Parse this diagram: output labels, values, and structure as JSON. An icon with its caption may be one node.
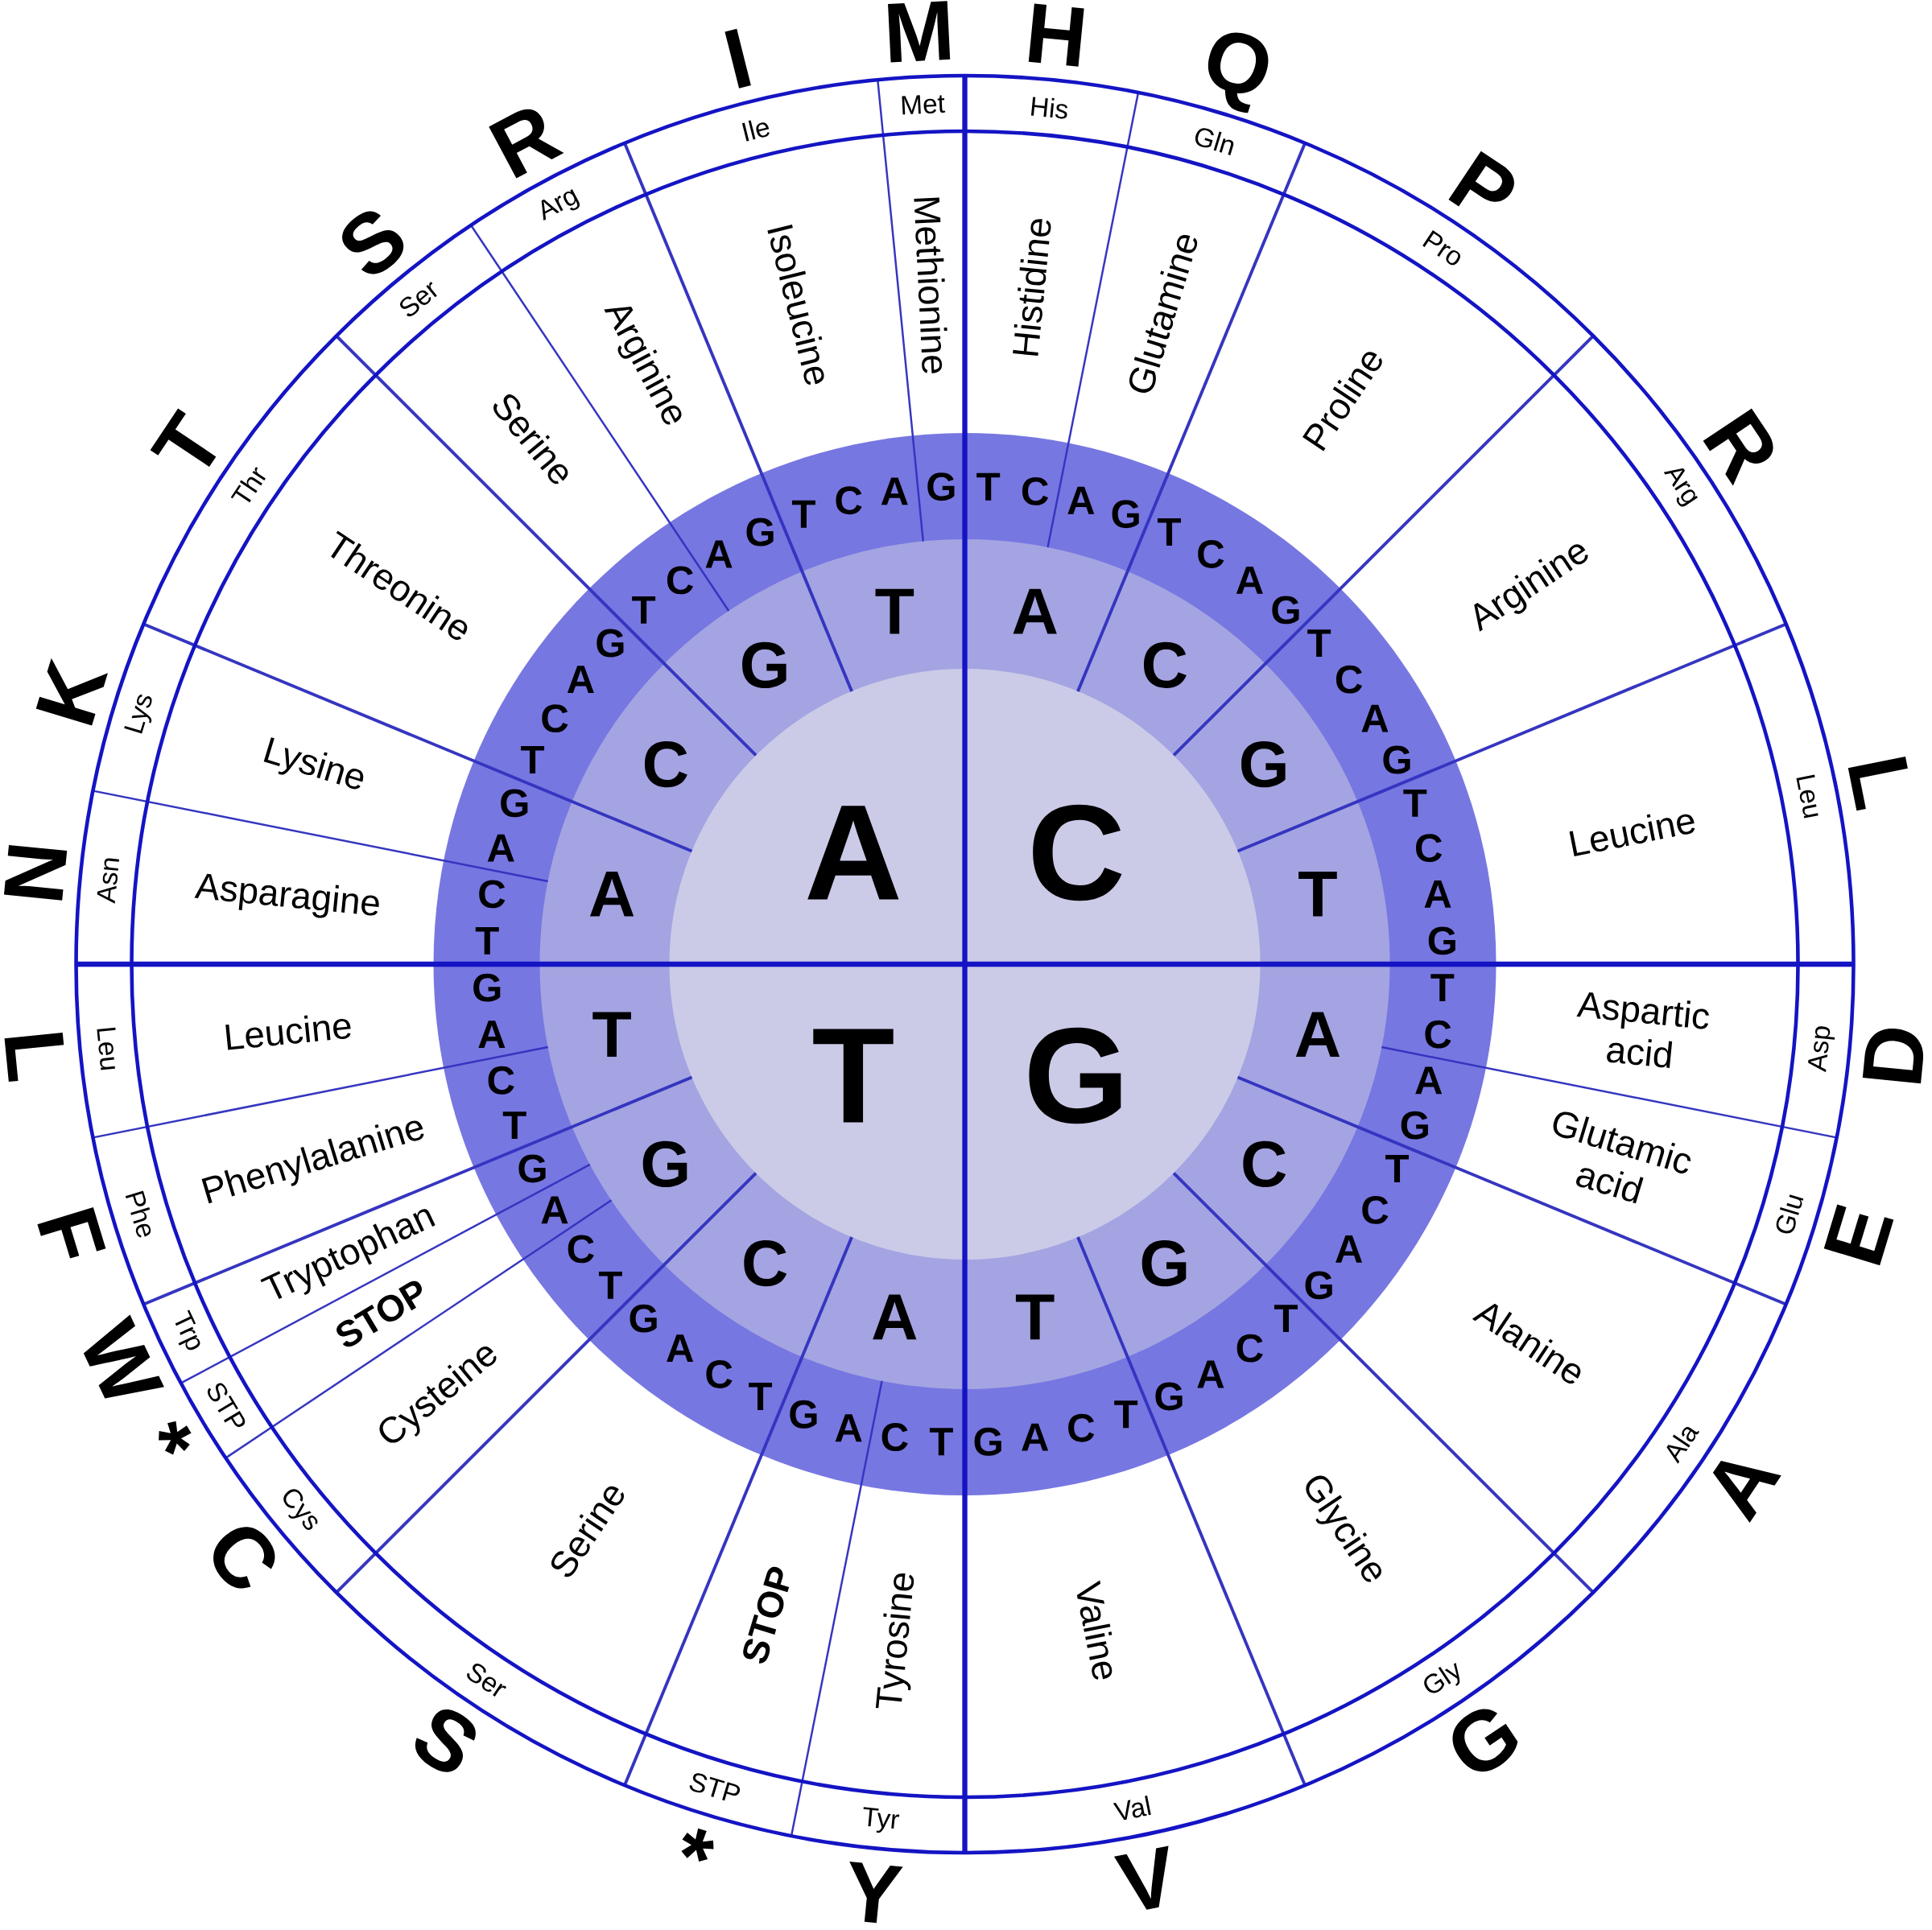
{
  "diagram": {
    "nodes": [
      {
        "text": [
          "C"
        ]
      },
      {
        "text": [
          "G"
        ]
      },
      {
        "text": [
          "T"
        ]
      },
      {
        "text": [
          "A"
        ]
      },
      {
        "text": [
          "A"
        ]
      },
      {
        "text": [
          "C"
        ]
      },
      {
        "text": [
          "G"
        ]
      },
      {
        "text": [
          "T"
        ]
      },
      {
        "text": [
          "A"
        ]
      },
      {
        "text": [
          "C"
        ]
      },
      {
        "text": [
          "G"
        ]
      },
      {
        "text": [
          "T"
        ]
      },
      {
        "text": [
          "A"
        ]
      },
      {
        "text": [
          "C"
        ]
      },
      {
        "text": [
          "G"
        ]
      },
      {
        "text": [
          "T"
        ]
      },
      {
        "text": [
          "A"
        ]
      },
      {
        "text": [
          "C"
        ]
      },
      {
        "text": [
          "G"
        ]
      },
      {
        "text": [
          "T"
        ]
      },
      {
        "text": [
          "Histidine",
          "His"
        ],
        "beside": [
          "H"
        ]
      },
      {
        "text": [
          "Glutamine",
          "Gln"
        ],
        "beside": [
          "Q"
        ]
      },
      {
        "text": [
          "Proline",
          "Pro"
        ],
        "beside": [
          "P"
        ]
      },
      {
        "text": [
          "Arginine",
          "Arg"
        ],
        "beside": [
          "R"
        ]
      },
      {
        "text": [
          "Leucine",
          "Leu"
        ],
        "beside": [
          "L"
        ]
      },
      {
        "text": [
          "Aspartic acid",
          "Asp"
        ],
        "beside": [
          "D"
        ]
      },
      {
        "text": [
          "Glutamic acid",
          "Glu"
        ],
        "beside": [
          "E"
        ]
      },
      {
        "text": [
          "Alanine",
          "Ala"
        ],
        "beside": [
          "A"
        ]
      },
      {
        "text": [
          "Glycine",
          "Gly"
        ],
        "beside": [
          "G"
        ]
      },
      {
        "text": [
          "Valine",
          "Val"
        ],
        "beside": [
          "V"
        ]
      },
      {
        "text": [
          "Tyrosine",
          "Tyr"
        ],
        "beside": [
          "Y"
        ]
      },
      {
        "text": [
          "STOP",
          "STP"
        ],
        "beside": [
          "*"
        ]
      },
      {
        "text": [
          "Serine",
          "Ser"
        ],
        "beside": [
          "S"
        ]
      },
      {
        "text": [
          "Cysteine",
          "Cys"
        ],
        "beside": [
          "C"
        ]
      },
      {
        "text": [
          "STOP",
          "STP"
        ],
        "beside": [
          "*"
        ]
      },
      {
        "text": [
          "Tryptophan",
          "Trp"
        ],
        "beside": [
          "W"
        ]
      },
      {
        "text": [
          "Phenylalanine",
          "Phe"
        ],
        "beside": [
          "F"
        ]
      },
      {
        "text": [
          "Leucine",
          "Leu"
        ],
        "beside": [
          "L"
        ]
      },
      {
        "text": [
          "Asparagine",
          "Asn"
        ],
        "beside": [
          "N"
        ]
      },
      {
        "text": [
          "Lysine",
          "Lys"
        ],
        "beside": [
          "K"
        ]
      },
      {
        "text": [
          "Threonine",
          "Thr"
        ],
        "beside": [
          "T"
        ]
      },
      {
        "text": [
          "Serine",
          "Ser"
        ],
        "beside": [
          "S"
        ]
      },
      {
        "text": [
          "Arginine",
          "Arg"
        ],
        "beside": [
          "R"
        ]
      },
      {
        "text": [
          "Isoleucine",
          "Ile"
        ],
        "beside": [
          "I"
        ]
      },
      {
        "text": [
          "Methionine",
          "Met"
        ],
        "beside": [
          "M"
        ]
      }
    ],
    "labels": [
      "T",
      "C",
      "A",
      "G",
      "T",
      "C",
      "A",
      "G",
      "T",
      "C",
      "A",
      "G",
      "T",
      "C",
      "A",
      "G",
      "T",
      "C",
      "A",
      "G",
      "T",
      "C",
      "A",
      "G",
      "T",
      "C",
      "A",
      "G",
      "T",
      "C",
      "A",
      "G",
      "T",
      "C",
      "A",
      "G",
      "T",
      "C",
      "A",
      "G",
      "T",
      "C",
      "A",
      "G",
      "T",
      "C",
      "A",
      "G",
      "T",
      "C",
      "A",
      "G",
      "T",
      "C",
      "A",
      "G",
      "T",
      "C",
      "A",
      "G",
      "T",
      "C",
      "A",
      "G"
    ]
  }
}
